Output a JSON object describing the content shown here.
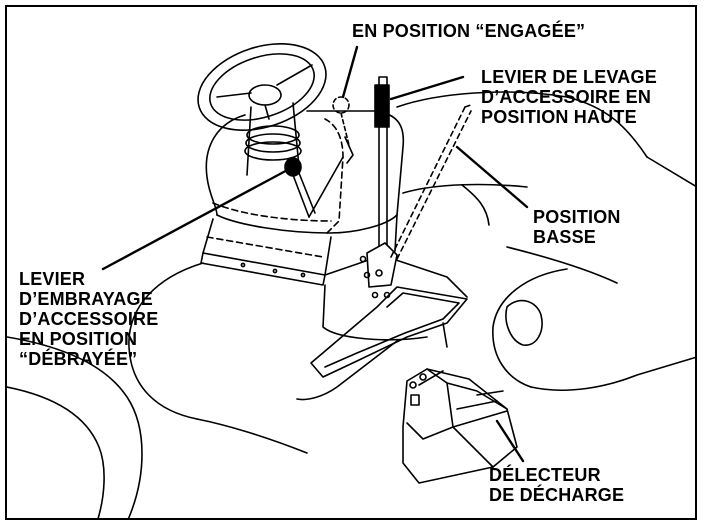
{
  "labels": {
    "engaged": "EN  POSITION “ENGAGÉE”",
    "lift_lever": [
      "LEVIER DE LEVAGE",
      "D’ACCESSOIRE EN",
      "POSITION HAUTE"
    ],
    "low_position": [
      "POSITION",
      "BASSE"
    ],
    "clutch_lever": [
      "LEVIER",
      "D’EMBRAYAGE",
      "D’ACCESSOIRE",
      "EN POSITION",
      "“DÉBRAYÉE”"
    ],
    "deflector": [
      "DÉLECTEUR",
      "DE DÉCHARGE"
    ]
  },
  "colors": {
    "ink": "#000000",
    "paper": "#ffffff"
  }
}
